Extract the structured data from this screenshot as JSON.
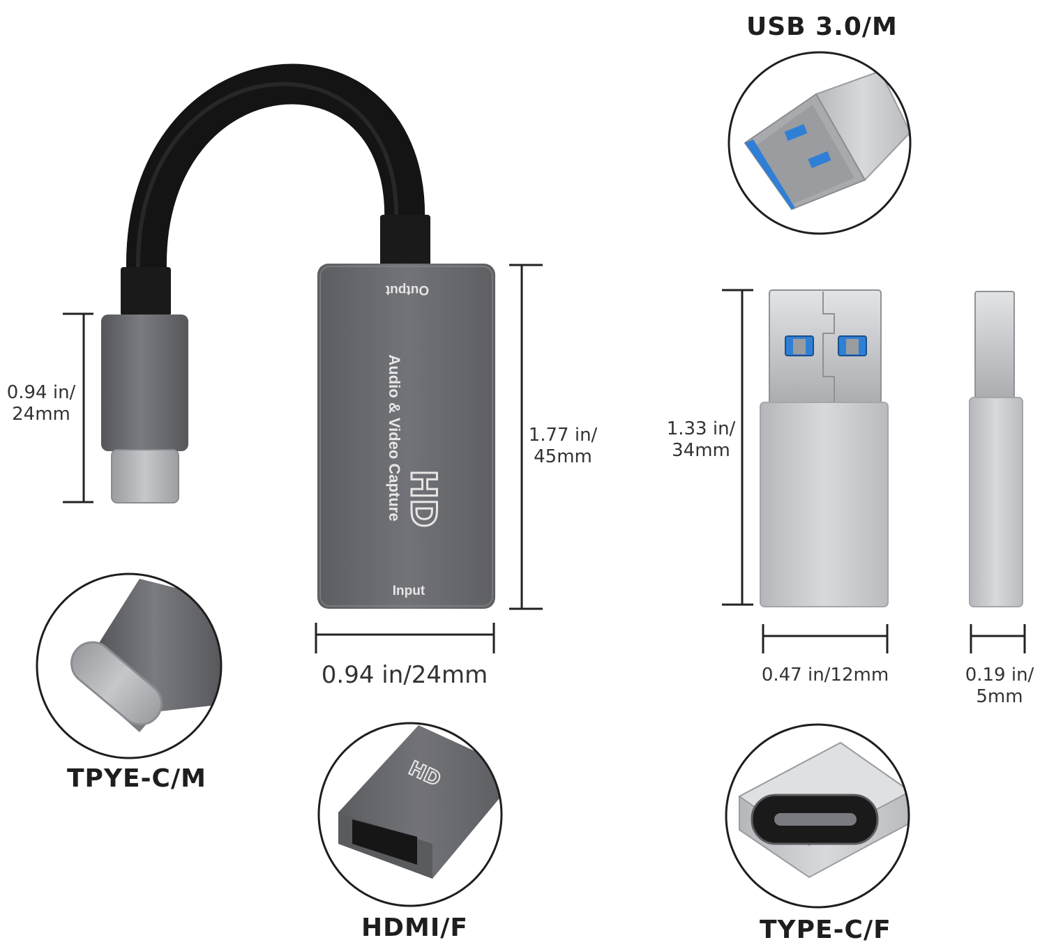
{
  "labels": {
    "usb_a_male": "USB 3.0/M",
    "type_c_male": "TPYE-C/M",
    "hdmi_female": "HDMI/F",
    "type_c_female": "TYPE-C/F"
  },
  "device_text": {
    "output": "Output",
    "hd_logo": "HD",
    "capture_name": "Audio & Video Capture",
    "input": "Input"
  },
  "dimensions": {
    "plug_height_line1": "0.94 in/",
    "plug_height_line2": "24mm",
    "capture_height_line1": "1.77 in/",
    "capture_height_line2": "45mm",
    "capture_width": "0.94 in/24mm",
    "adapter_height_line1": "1.33 in/",
    "adapter_height_line2": "34mm",
    "adapter_width": "0.47 in/12mm",
    "adapter_depth_line1": "0.19 in/",
    "adapter_depth_line2": "5mm"
  },
  "colors": {
    "cable": "#141414",
    "capture_body": "#6b6c70",
    "aluminum_silver": "#c9cbce",
    "usb_blue": "#2f7fd6",
    "dimension_line": "#222222"
  }
}
